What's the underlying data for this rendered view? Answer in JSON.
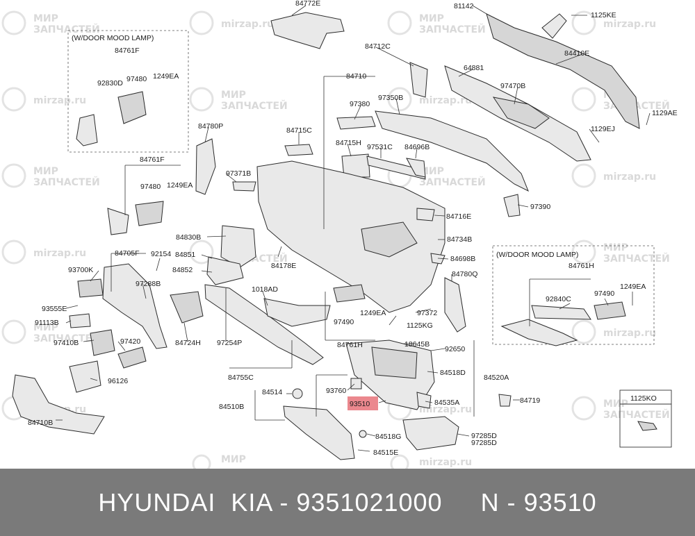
{
  "watermark": {
    "line1": "МИР",
    "line2": "ЗАПЧАСТЕЙ",
    "site": "mirzap.ru"
  },
  "colors": {
    "highlight": "#e8737a",
    "footer_bg": "#7a7a7a",
    "footer_text": "#ffffff"
  },
  "boxes": {
    "mood_lamp_left": "(W/DOOR MOOD LAMP)",
    "mood_lamp_right": "(W/DOOR MOOD LAMP)",
    "bolt": "1125KO"
  },
  "labels": {
    "p84772E": "84772E",
    "p81142": "81142",
    "p1125KE": "1125KE",
    "p84761F_a": "84761F",
    "p92830D": "92830D",
    "p97480_a": "97480",
    "p1249EA_a": "1249EA",
    "p84712C": "84712C",
    "p64881": "64881",
    "p84410E": "84410E",
    "p84710": "84710",
    "p97470B": "97470B",
    "p97350B": "97350B",
    "p97380": "97380",
    "p1129AE": "1129AE",
    "p1129EJ": "1129EJ",
    "p84780P": "84780P",
    "p84715C": "84715C",
    "p84715H": "84715H",
    "p97531C": "97531C",
    "p84696B": "84696B",
    "p84761F_b": "84761F",
    "p97371B": "97371B",
    "p97480_b": "97480",
    "p1249EA_b": "1249EA",
    "p97390": "97390",
    "p84716E": "84716E",
    "p84830B": "84830B",
    "p84734B": "84734B",
    "p84705F": "84705F",
    "p92154": "92154",
    "p84851": "84851",
    "p84178E": "84178E",
    "p84852": "84852",
    "p84698B": "84698B",
    "p93700K": "93700K",
    "p97288B": "97288B",
    "p84780Q": "84780Q",
    "p84761H": "84761H",
    "p92840C": "92840C",
    "p97490_a": "97490",
    "p1249EA_c": "1249EA",
    "p1018AD": "1018AD",
    "p93555E": "93555E",
    "p91113B": "91113B",
    "p97372": "97372",
    "p97490_b": "97490",
    "p1249EA_d": "1249EA",
    "p1125KG": "1125KG",
    "p84724H": "84724H",
    "p97254P": "97254P",
    "p84761H_b": "84761H",
    "p97410B": "97410B",
    "p97420": "97420",
    "p18645B": "18645B",
    "p92650": "92650",
    "p84518D": "84518D",
    "p84520A": "84520A",
    "p84755C": "84755C",
    "p96126": "96126",
    "p93760": "93760",
    "p84514": "84514",
    "p84719": "84719",
    "p84510B": "84510B",
    "p93510": "93510",
    "p84535A": "84535A",
    "p84710B": "84710B",
    "p84518G": "84518G",
    "p97285D_a": "97285D",
    "p97285D_b": "97285D",
    "p84515E": "84515E"
  },
  "footer": {
    "text": "HYUNDAI  KIA - 9351021000     N - 93510"
  }
}
